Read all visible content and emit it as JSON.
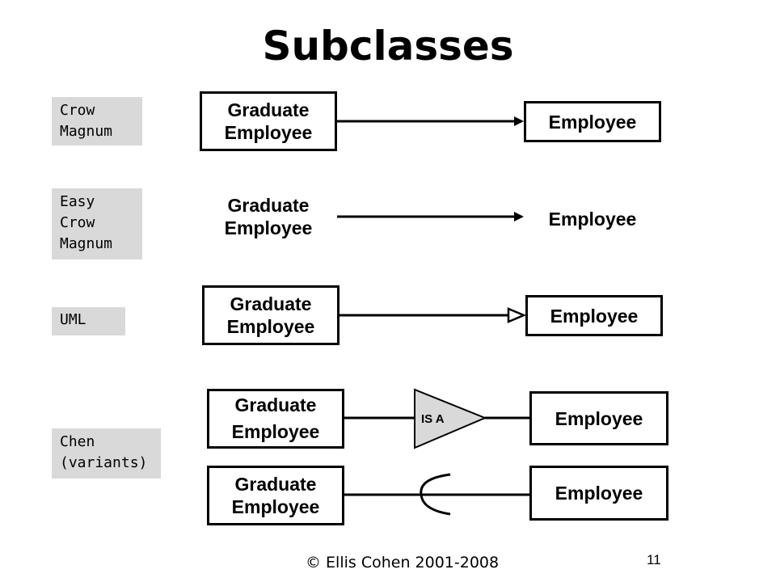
{
  "title": "Subclasses",
  "notations": [
    {
      "label": "Crow\nMagnum"
    },
    {
      "label": "Easy\nCrow\nMagnum"
    },
    {
      "label": "UML"
    },
    {
      "label": "Chen\n(variants)"
    }
  ],
  "rows": [
    {
      "subclass": "Graduate\nEmployee",
      "superclass": "Employee",
      "connector": "filled-arrow"
    },
    {
      "subclass": "Graduate\nEmployee",
      "superclass": "Employee",
      "connector": "filled-arrow"
    },
    {
      "subclass": "Graduate\nEmployee",
      "superclass": "Employee",
      "connector": "hollow-triangle-arrow"
    },
    {
      "subclass": "Graduate\nEmployee",
      "superclass": "Employee",
      "connector": "isa-triangle"
    },
    {
      "subclass": "Graduate\nEmployee",
      "superclass": "Employee",
      "connector": "subset-arc"
    }
  ],
  "isa_label": "IS A",
  "footer": {
    "copyright": "© Ellis Cohen 2001-2008",
    "page_number": "11"
  }
}
